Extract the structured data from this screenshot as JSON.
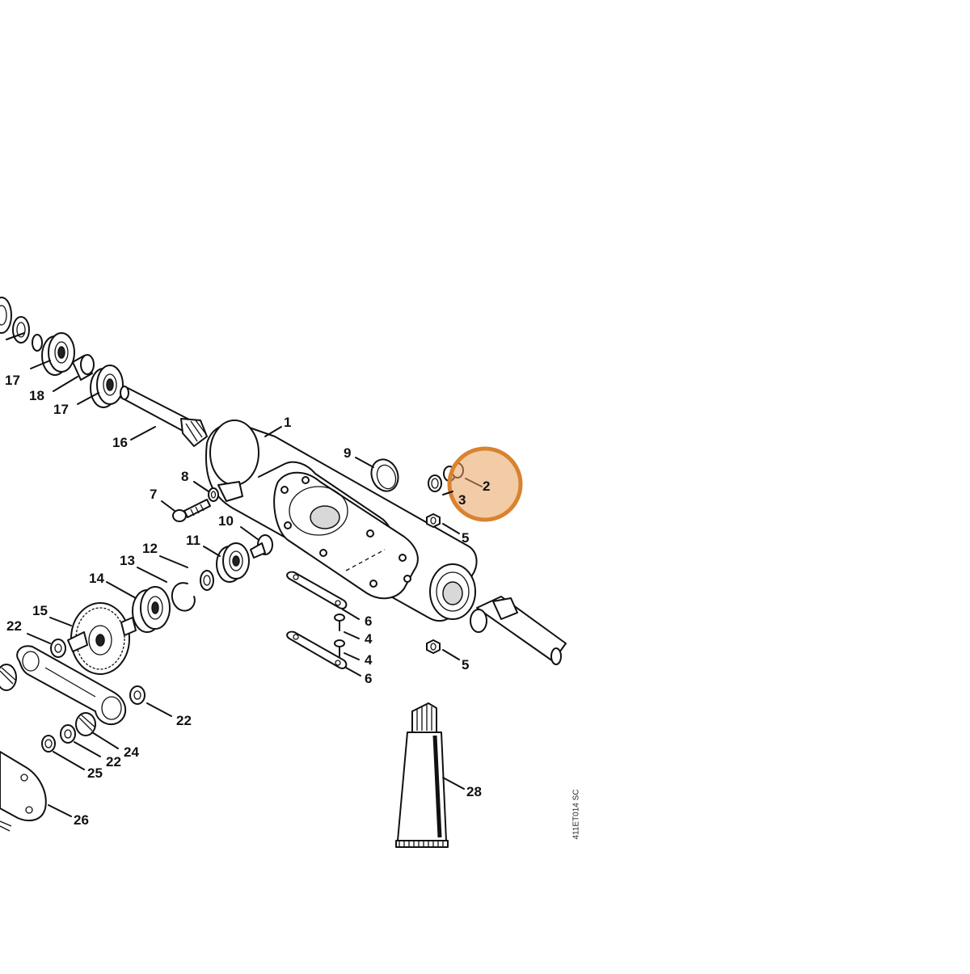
{
  "callouts": [
    {
      "id": "c1",
      "text": "1"
    },
    {
      "id": "c2",
      "text": "2"
    },
    {
      "id": "c3",
      "text": "3"
    },
    {
      "id": "c4a",
      "text": "4"
    },
    {
      "id": "c4b",
      "text": "4"
    },
    {
      "id": "c5a",
      "text": "5"
    },
    {
      "id": "c5b",
      "text": "5"
    },
    {
      "id": "c6a",
      "text": "6"
    },
    {
      "id": "c6b",
      "text": "6"
    },
    {
      "id": "c7",
      "text": "7"
    },
    {
      "id": "c8",
      "text": "8"
    },
    {
      "id": "c9",
      "text": "9"
    },
    {
      "id": "c10",
      "text": "10"
    },
    {
      "id": "c11",
      "text": "11"
    },
    {
      "id": "c12",
      "text": "12"
    },
    {
      "id": "c13",
      "text": "13"
    },
    {
      "id": "c14",
      "text": "14"
    },
    {
      "id": "c15",
      "text": "15"
    },
    {
      "id": "c16",
      "text": "16"
    },
    {
      "id": "c17a",
      "text": "17"
    },
    {
      "id": "c17b",
      "text": "17"
    },
    {
      "id": "c18",
      "text": "18"
    },
    {
      "id": "c22a",
      "text": "22"
    },
    {
      "id": "c22b",
      "text": "22"
    },
    {
      "id": "c22c",
      "text": "22"
    },
    {
      "id": "c24",
      "text": "24"
    },
    {
      "id": "c25",
      "text": "25"
    },
    {
      "id": "c26",
      "text": "26"
    },
    {
      "id": "c28",
      "text": "28"
    }
  ],
  "drawing_code": "411ET014 SC",
  "highlight": {
    "color": "#e8a15f",
    "ring_color": "#d9822f",
    "target": "2"
  },
  "colors": {
    "line": "#111111",
    "background": "#ffffff"
  }
}
